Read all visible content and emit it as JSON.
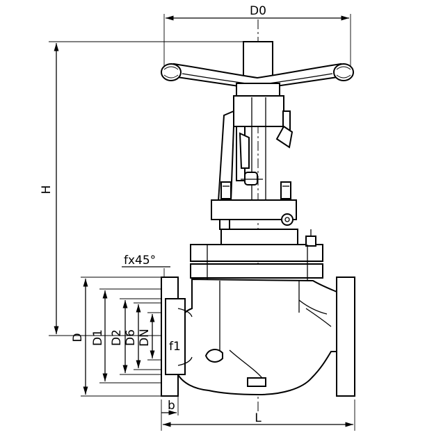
{
  "labels": {
    "d0": "D0",
    "h": "H",
    "d": "D",
    "d1": "D1",
    "d2": "D2",
    "d6": "D6",
    "dn": "DN",
    "f1": "f1",
    "chamfer": "fx45°",
    "b": "b",
    "l": "L"
  }
}
